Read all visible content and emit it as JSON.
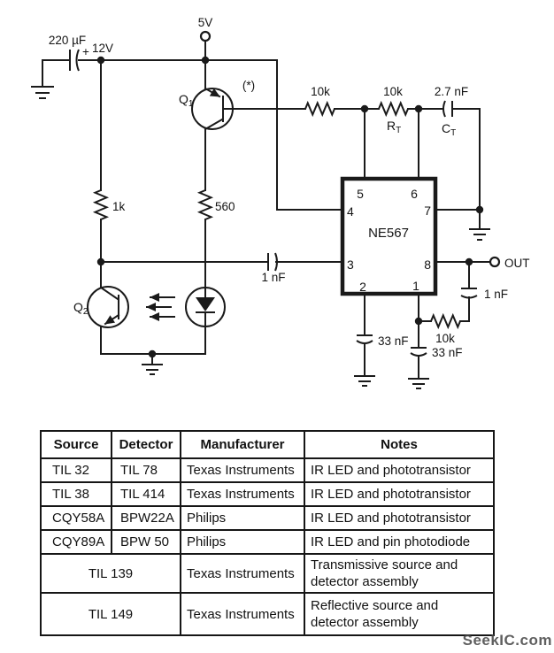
{
  "colors": {
    "ink": "#1a1a1a",
    "watermark": "#4a4a4a"
  },
  "schematic": {
    "labels": {
      "cap_input": "220 µF",
      "plus": "+",
      "v12": "12V",
      "v5": "5V",
      "q1_name": "Q",
      "q1_sub": "1",
      "q1_note": "(*)",
      "r_1k": "1k",
      "r_560": "560",
      "r_10k_1": "10k",
      "r_10k_2": "10k",
      "rt_name": "R",
      "rt_sub": "T",
      "c_27nf": "2.7 nF",
      "ct_name": "C",
      "ct_sub": "T",
      "c_1nf_in": "1 nF",
      "q2_name": "Q",
      "q2_sub": "2",
      "ic_name": "NE567",
      "pins": {
        "p1": "1",
        "p2": "2",
        "p3": "3",
        "p4": "4",
        "p5": "5",
        "p6": "6",
        "p7": "7",
        "p8": "8"
      },
      "out": "OUT",
      "c_1nf_out": "1 nF",
      "r_10k_fb": "10k",
      "c_33nf_pin2": "33 nF",
      "c_33nf_pin1": "33 nF"
    }
  },
  "table": {
    "headers": [
      "Source",
      "Detector",
      "Manufacturer",
      "Notes"
    ],
    "rows": [
      {
        "source": "TIL 32",
        "detector": "TIL 78",
        "manufacturer": "Texas Instruments",
        "notes": "IR LED and phototransistor"
      },
      {
        "source": "TIL 38",
        "detector": "TIL 414",
        "manufacturer": "Texas Instruments",
        "notes": "IR LED and phototransistor"
      },
      {
        "source": "CQY58A",
        "detector": "BPW22A",
        "manufacturer": "Philips",
        "notes": "IR LED and phototransistor"
      },
      {
        "source": "CQY89A",
        "detector": "BPW 50",
        "manufacturer": "Philips",
        "notes": "IR LED and pin photodiode"
      },
      {
        "combined": "TIL 139",
        "manufacturer": "Texas Instruments",
        "notes": "Transmissive source and detector assembly"
      },
      {
        "combined": "TIL 149",
        "manufacturer": "Texas Instruments",
        "notes": "Reflective source and detector assembly"
      }
    ]
  },
  "watermark": "SeekIC.com"
}
